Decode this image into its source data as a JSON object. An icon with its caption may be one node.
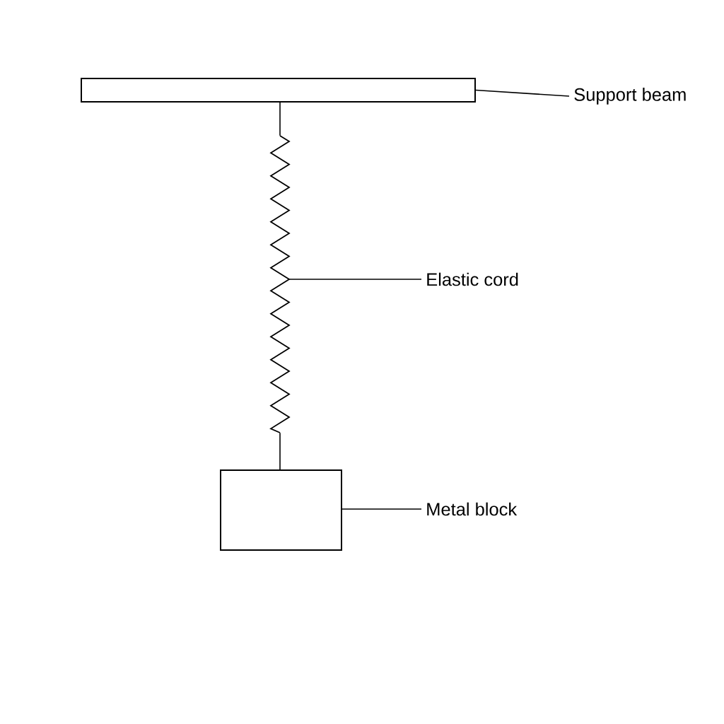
{
  "diagram": {
    "nodes": [
      {
        "text": [],
        "shape": "box"
      },
      {
        "text": [
          "Support beam"
        ]
      },
      {
        "text": [],
        "shape": "spring"
      },
      {
        "text": [
          "Elastic cord"
        ]
      },
      {
        "text": [],
        "shape": "box"
      },
      {
        "text": [
          "Metal block"
        ]
      }
    ],
    "edges": [
      {
        "from": 1,
        "to": 0,
        "arrow": "none"
      },
      {
        "from": 0,
        "to": 2,
        "arrow": "none"
      },
      {
        "from": 3,
        "to": 2,
        "arrow": "none"
      },
      {
        "from": 2,
        "to": 4,
        "arrow": "none"
      },
      {
        "from": 5,
        "to": 4,
        "arrow": "none"
      }
    ]
  }
}
